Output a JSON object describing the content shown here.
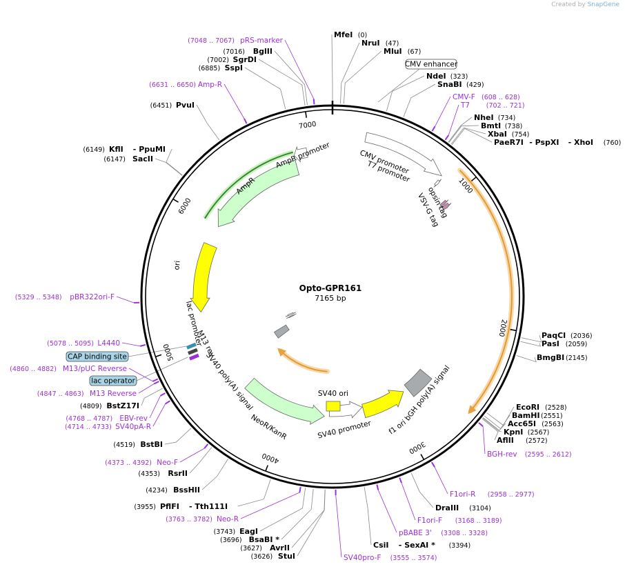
{
  "plasmid": {
    "name": "Opto-GPR161",
    "length_label": "7165 bp",
    "length": 7165
  },
  "credit": {
    "prefix": "Created by",
    "brand": "SnapGene"
  },
  "ticks": [
    {
      "pos": 1000,
      "label": "1000"
    },
    {
      "pos": 2000,
      "label": "2000"
    },
    {
      "pos": 3000,
      "label": "3000"
    },
    {
      "pos": 4000,
      "label": "4000"
    },
    {
      "pos": 5000,
      "label": "5000"
    },
    {
      "pos": 6000,
      "label": "6000"
    },
    {
      "pos": 7000,
      "label": "7000"
    }
  ],
  "features": [
    {
      "name": "CMV promoter",
      "start": 235,
      "end": 838,
      "color": "#ffffff",
      "kind": "arrow"
    },
    {
      "name": "T7 promoter",
      "start": 840,
      "end": 858,
      "color": "#ffffff",
      "kind": "arrow"
    },
    {
      "name": "opsin tag",
      "start": 985,
      "end": 1005,
      "color": "#c88ab0",
      "kind": "arrow"
    },
    {
      "name": "VSV-G tag",
      "start": 1012,
      "end": 1040,
      "color": "#c88ab0",
      "kind": "arrow"
    },
    {
      "name": "bGH poly(A) signal",
      "start": 2580,
      "end": 2805,
      "color": "#a8abad",
      "kind": "box"
    },
    {
      "name": "f1 ori",
      "start": 2851,
      "end": 3279,
      "color": "#ffff00",
      "kind": "arrow"
    },
    {
      "name": "SV40 promoter",
      "start": 3284,
      "end": 3613,
      "color": "#ffffff",
      "kind": "arrow"
    },
    {
      "name": "NeoR/KanR",
      "start": 3660,
      "end": 4454,
      "color": "#ccffcc",
      "kind": "arrow"
    },
    {
      "name": "SV40 poly(A) signal",
      "start": 4628,
      "end": 4749,
      "color": "#a8abad",
      "kind": "box"
    },
    {
      "name": "M13 rev",
      "start": 4858,
      "end": 4874,
      "color": "#ffffff",
      "kind": "arrow"
    },
    {
      "name": "lac promoter",
      "start": 4903,
      "end": 4933,
      "color": "#ffffff",
      "kind": "arrow"
    },
    {
      "name": "ori",
      "start": 5240,
      "end": 5828,
      "color": "#ffff00",
      "kind": "arrow"
    },
    {
      "name": "AmpR",
      "start": 6000,
      "end": 6860,
      "color": "#ccffcc",
      "kind": "arrow"
    },
    {
      "name": "AmpR promoter",
      "start": 6862,
      "end": 6965,
      "color": "#ffffff",
      "kind": "arrow"
    }
  ],
  "orfs": [
    {
      "start": 900,
      "end": 2580
    },
    {
      "start": 3660,
      "end": 4454
    }
  ],
  "inner_label": {
    "name": "SV40 ori"
  },
  "enzymes": [
    {
      "name": "MfeI",
      "pos_label": "(0)",
      "pos": 0
    },
    {
      "name": "NruI",
      "pos_label": "(47)",
      "pos": 47
    },
    {
      "name": "MluI",
      "pos_label": "(67)",
      "pos": 67
    },
    {
      "name": "NdeI",
      "pos_label": "(323)",
      "pos": 323
    },
    {
      "name": "SnaBI",
      "pos_label": "(429)",
      "pos": 429
    },
    {
      "name": "NheI",
      "pos_label": "(734)",
      "pos": 734
    },
    {
      "name": "BmtI",
      "pos_label": "(738)",
      "pos": 738
    },
    {
      "name": "XbaI",
      "pos_label": "(754)",
      "pos": 754
    },
    {
      "name": "PaeR7I",
      "pos_label": "(760)",
      "pos": 760,
      "extra": [
        "- PspXI",
        "- XhoI"
      ]
    },
    {
      "name": "PaqCI",
      "pos_label": "(2036)",
      "pos": 2036
    },
    {
      "name": "PasI",
      "pos_label": "(2059)",
      "pos": 2059
    },
    {
      "name": "BmgBI",
      "pos_label": "(2145)",
      "pos": 2145
    },
    {
      "name": "EcoRI",
      "pos_label": "(2528)",
      "pos": 2528
    },
    {
      "name": "BamHI",
      "pos_label": "(2551)",
      "pos": 2551
    },
    {
      "name": "Acc65I",
      "pos_label": "(2563)",
      "pos": 2563
    },
    {
      "name": "KpnI",
      "pos_label": "(2567)",
      "pos": 2567
    },
    {
      "name": "AflII",
      "pos_label": "(2572)",
      "pos": 2572
    },
    {
      "name": "DraIII",
      "pos_label": "(3104)",
      "pos": 3104
    },
    {
      "name": "CsiI",
      "pos_label": "(3394)",
      "pos": 3394,
      "extra": [
        "- SexAI *"
      ]
    },
    {
      "name": "StuI",
      "pos_label": "(3626)",
      "pos": 3626
    },
    {
      "name": "AvrII",
      "pos_label": "(3627)",
      "pos": 3627
    },
    {
      "name": "BsaBI *",
      "pos_label": "(3696)",
      "pos": 3696
    },
    {
      "name": "EagI",
      "pos_label": "(3743)",
      "pos": 3743
    },
    {
      "name": "PflFI",
      "pos_label": "(3955)",
      "pos": 3955,
      "extra": [
        "- Tth111I"
      ]
    },
    {
      "name": "BssHII",
      "pos_label": "(4234)",
      "pos": 4234
    },
    {
      "name": "RsrII",
      "pos_label": "(4353)",
      "pos": 4353
    },
    {
      "name": "BstBI",
      "pos_label": "(4519)",
      "pos": 4519
    },
    {
      "name": "BstZ17I",
      "pos_label": "(4809)",
      "pos": 4809
    },
    {
      "name": "SacII",
      "pos_label": "(6147)",
      "pos": 6147
    },
    {
      "name": "KflI",
      "pos_label": "(6149)",
      "pos": 6149,
      "extra": [
        "- PpuMI"
      ]
    },
    {
      "name": "PvuI",
      "pos_label": "(6451)",
      "pos": 6451
    },
    {
      "name": "SspI",
      "pos_label": "(6885)",
      "pos": 6885
    },
    {
      "name": "SgrDI",
      "pos_label": "(7002)",
      "pos": 7002
    },
    {
      "name": "BglII",
      "pos_label": "(7016)",
      "pos": 7016
    }
  ],
  "primers": [
    {
      "name": "pRS-marker",
      "range": "(7048 .. 7067)",
      "pos": 7057
    },
    {
      "name": "Amp-R",
      "range": "(6631 .. 6650)",
      "pos": 6640
    },
    {
      "name": "pBR322ori-F",
      "range": "(5329 .. 5348)",
      "pos": 5338
    },
    {
      "name": "L4440",
      "range": "(5078 .. 5095)",
      "pos": 5086
    },
    {
      "name": "M13/pUC Reverse",
      "range": "(4860 .. 4882)",
      "pos": 4871
    },
    {
      "name": "M13 Reverse",
      "range": "(4847 .. 4863)",
      "pos": 4855
    },
    {
      "name": "EBV-rev",
      "range": "(4768 .. 4787)",
      "pos": 4777
    },
    {
      "name": "SV40pA-R",
      "range": "(4714 .. 4733)",
      "pos": 4723
    },
    {
      "name": "Neo-F",
      "range": "(4373 .. 4392)",
      "pos": 4382
    },
    {
      "name": "Neo-R",
      "range": "(3763 .. 3782)",
      "pos": 3772
    },
    {
      "name": "SV40pro-F",
      "range": "(3555 .. 3574)",
      "pos": 3564
    },
    {
      "name": "pBABE 3'",
      "range": "(3308 .. 3328)",
      "pos": 3318
    },
    {
      "name": "F1ori-F",
      "range": "(3168 .. 3189)",
      "pos": 3178
    },
    {
      "name": "F1ori-R",
      "range": "(2958 .. 2977)",
      "pos": 2967
    },
    {
      "name": "BGH-rev",
      "range": "(2595 .. 2612)",
      "pos": 2603
    },
    {
      "name": "CMV-F",
      "range": "(608 .. 628)",
      "pos": 618
    },
    {
      "name": "T7",
      "range": "(702 .. 721)",
      "pos": 711
    }
  ],
  "boxed_features": [
    {
      "name": "CMV enhancer"
    },
    {
      "name": "CAP binding site"
    },
    {
      "name": "lac operator"
    }
  ]
}
